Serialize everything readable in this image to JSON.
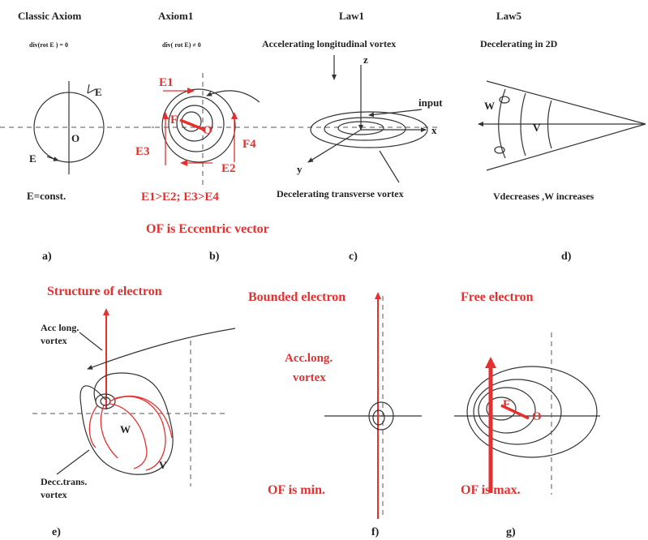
{
  "panels": {
    "a": {
      "title": "Classic Axiom",
      "formula": "div(rot E ) = 0",
      "label_e_top": "E",
      "label_o": "O",
      "label_e_bottom": "E",
      "caption": "E=const.",
      "letter": "a)"
    },
    "b": {
      "title": "Axiom1",
      "formula": "div( rot E) ≠ 0",
      "e1": "E1",
      "f": "F",
      "o": "O",
      "e3": "E3",
      "f4": "F4",
      "e2": "E2",
      "caption": "E1>E2; E3>E4",
      "note": "OF is Eccentric vector",
      "letter": "b)"
    },
    "c": {
      "title": "Law1",
      "top_label": "Accelerating longitudinal vortex",
      "z": "z",
      "input": "input",
      "x": "x",
      "y": "y",
      "bottom_label": "Decelerating transverse vortex",
      "letter": "c)"
    },
    "d": {
      "title": "Law5",
      "subtitle": "Decelerating in 2D",
      "w": "W",
      "v": "V",
      "caption": "Vdecreases ,W increases",
      "letter": "d)"
    },
    "e": {
      "title": "Structure of electron",
      "acc_line1": "Acc long.",
      "acc_line2": "vortex",
      "w": "W",
      "v": "V",
      "dec_line1": "Decc.trans.",
      "dec_line2": "vortex",
      "letter": "e)"
    },
    "f": {
      "title": "Bounded electron",
      "acc_line1": "Acc.long.",
      "acc_line2": "vortex",
      "of": "OF is min.",
      "letter": "f)"
    },
    "g": {
      "title": "Free electron",
      "f": "F",
      "o": "O",
      "of": "OF is max.",
      "letter": "g)"
    }
  },
  "colors": {
    "accent": "#e53030",
    "ink": "#222222"
  }
}
